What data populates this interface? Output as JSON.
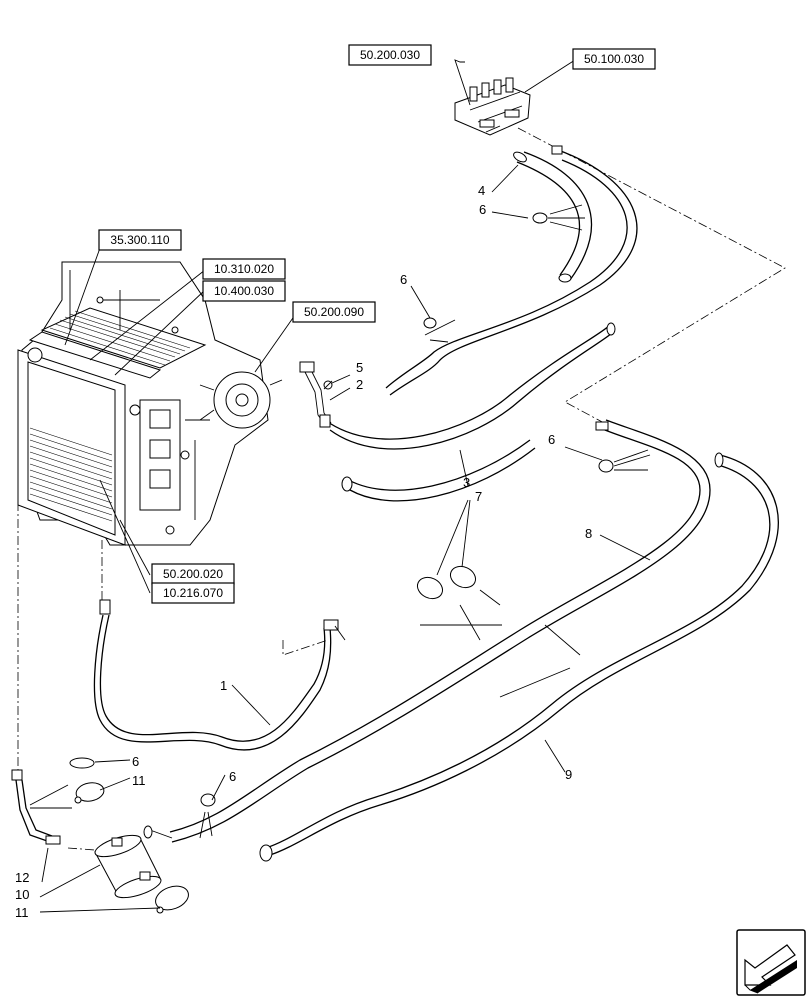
{
  "ref_boxes": [
    {
      "id": "r1",
      "label": "50.200.030"
    },
    {
      "id": "r2",
      "label": "50.100.030"
    },
    {
      "id": "r3",
      "label": "35.300.110"
    },
    {
      "id": "r4",
      "label": "10.310.020"
    },
    {
      "id": "r5",
      "label": "10.400.030"
    },
    {
      "id": "r6",
      "label": "50.200.090"
    },
    {
      "id": "r7",
      "label": "50.200.020"
    },
    {
      "id": "r8",
      "label": "10.216.070"
    }
  ],
  "callouts": {
    "c1": "1",
    "c2": "2",
    "c3": "3",
    "c4": "4",
    "c5": "5",
    "c6a": "6",
    "c6b": "6",
    "c6c": "6",
    "c6d": "6",
    "c6e": "6",
    "c7": "7",
    "c8": "8",
    "c9": "9",
    "c10": "10",
    "c11a": "11",
    "c11b": "11",
    "c12": "12"
  }
}
